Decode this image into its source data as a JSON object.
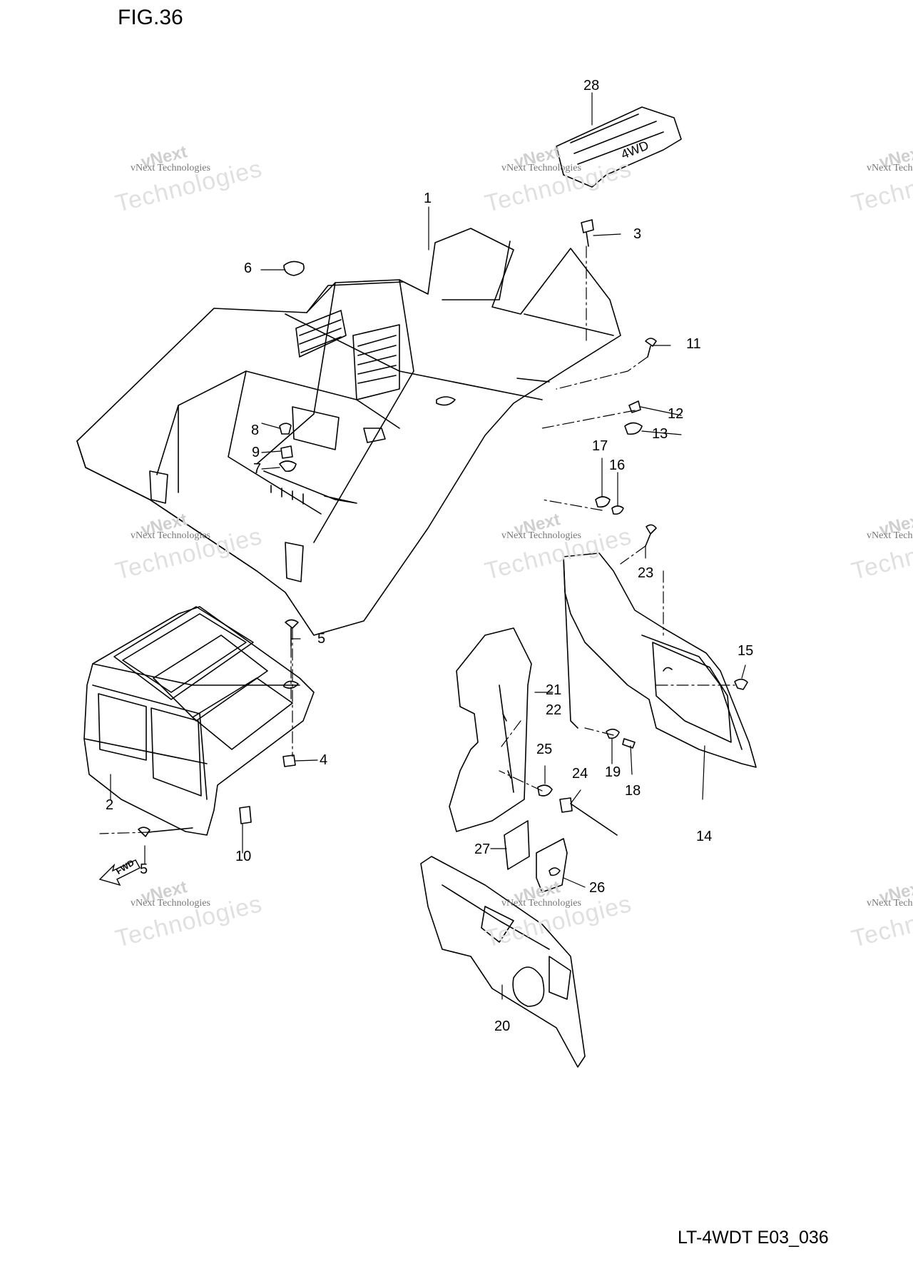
{
  "figure": {
    "title": "FIG.36",
    "model_code": "LT-4WDT E03_036"
  },
  "watermark": {
    "company": "vNext Technologies",
    "brand": "vNext",
    "large": "Technologies"
  },
  "fwd_label": "FWD",
  "decal_text": "4WD",
  "callouts": [
    "1",
    "2",
    "3",
    "4",
    "5",
    "5",
    "6",
    "7",
    "8",
    "9",
    "10",
    "11",
    "12",
    "13",
    "14",
    "15",
    "16",
    "17",
    "18",
    "19",
    "20",
    "21",
    "22",
    "23",
    "24",
    "25",
    "26",
    "27",
    "28"
  ],
  "colors": {
    "line": "#000000",
    "watermark": "#cfcfcf",
    "background": "#ffffff"
  }
}
